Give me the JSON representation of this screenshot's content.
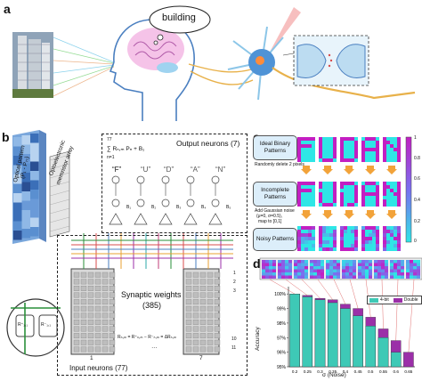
{
  "panel_a": {
    "letter": "a",
    "thought_word": "building"
  },
  "panel_b": {
    "letter": "b",
    "optical_pattern_label": "Optical pattern",
    "optical_pattern_sub": "(P₁ - P₇₇)",
    "memristor_label": "Optoelectronic",
    "memristor_label2": "memristor array",
    "output_neurons_label": "Output neurons (7)",
    "equation_top": "∑ Rₙ,ₘ Pₙ + B₁",
    "sum_upper": "77",
    "sum_lower": "n=1",
    "output_letters": [
      "“F”",
      "“U”",
      "“D”",
      "“A”",
      "“N”"
    ],
    "bias_labels": [
      "B₁",
      "B₂",
      "B₃",
      "B₄",
      "B₅"
    ],
    "synaptic_label": "Synaptic weights",
    "synaptic_count": "(385)",
    "synaptic_eq": "Rₙ,ₘ = R⁺ₙ,ₘ − R⁻ₙ,ₘ = ΔRₙ,ₘ",
    "input_neurons_label": "Input neurons (77)",
    "column_labels": [
      "1",
      "7"
    ],
    "row_labels": [
      "1",
      "2",
      "3",
      "10",
      "11"
    ],
    "zoom_left": "R⁺₁,₁",
    "zoom_right": "R⁻₁,₁",
    "ellipsis": "…"
  },
  "panel_c": {
    "letter": "c",
    "stages": [
      "Ideal Binary Patterns",
      "Incomplete Patterns",
      "Noisy Patterns"
    ],
    "step1": "Randomly delete 2 pixels",
    "step2a": "Add Gaussian noise",
    "step2b": "(μ=0, σ=0.5),",
    "step2c": "map to [0,1]",
    "letters": [
      "F",
      "U",
      "D",
      "A",
      "N"
    ],
    "colorbar_ticks": [
      "1",
      "0.8",
      "0.6",
      "0.4",
      "0.2",
      "0"
    ]
  },
  "panel_d": {
    "letter": "d",
    "ylabel": "Accuracy",
    "xlabel": "σ (Noise)",
    "legend": [
      "4-bit",
      "Double"
    ]
  },
  "chart_data": {
    "type": "bar",
    "categories": [
      "0.2",
      "0.25",
      "0.3",
      "0.35",
      "0.4",
      "0.45",
      "0.5",
      "0.55",
      "0.6",
      "0.65"
    ],
    "series": [
      {
        "name": "4-bit",
        "values": [
          100,
          99.8,
          99.6,
          99.4,
          99.0,
          98.5,
          97.8,
          97.0,
          96.0,
          95.0
        ]
      },
      {
        "name": "Double",
        "values": [
          100,
          99.9,
          99.7,
          99.6,
          99.3,
          99.0,
          98.4,
          97.6,
          96.8,
          96.0
        ]
      }
    ],
    "yticks": [
      "95%",
      "96%",
      "97%",
      "98%",
      "99%",
      "100%"
    ],
    "ylim": [
      95,
      100.5
    ],
    "colors": {
      "4-bit": "#3ec9b6",
      "Double": "#9b2fa8"
    }
  }
}
